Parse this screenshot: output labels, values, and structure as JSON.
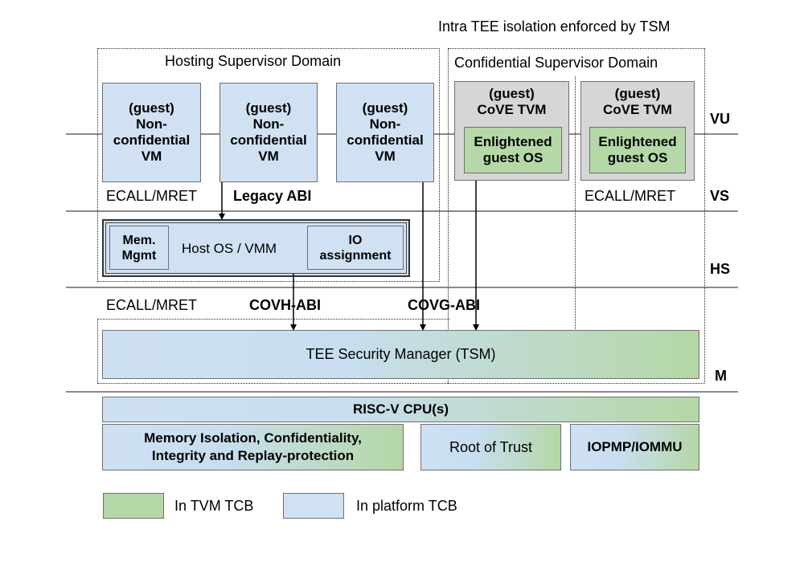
{
  "header": {
    "isolation_note": "Intra TEE isolation enforced by TSM"
  },
  "domains": {
    "hosting": "Hosting Supervisor Domain",
    "confidential": "Confidential Supervisor Domain"
  },
  "modes": {
    "vu": "VU",
    "vs": "VS",
    "hs": "HS",
    "m": "M"
  },
  "vms": [
    {
      "line1": "(guest)",
      "line2": "Non-",
      "line3": "confidential",
      "line4": "VM"
    },
    {
      "line1": "(guest)",
      "line2": "Non-",
      "line3": "confidential",
      "line4": "VM"
    },
    {
      "line1": "(guest)",
      "line2": "Non-",
      "line3": "confidential",
      "line4": "VM"
    }
  ],
  "tvms": [
    {
      "title1": "(guest)",
      "title2": "CoVE TVM",
      "os1": "Enlightened",
      "os2": "guest OS"
    },
    {
      "title1": "(guest)",
      "title2": "CoVE TVM",
      "os1": "Enlightened",
      "os2": "guest OS"
    }
  ],
  "labels": {
    "ecall_left_vs": "ECALL/MRET",
    "legacy_abi": "Legacy ABI",
    "ecall_right_vs": "ECALL/MRET",
    "ecall_hs": "ECALL/MRET",
    "covh_abi": "COVH-ABI",
    "covg_abi": "COVG-ABI"
  },
  "host": {
    "mem1": "Mem.",
    "mem2": "Mgmt",
    "title": "Host OS / VMM",
    "io1": "IO",
    "io2": "assignment"
  },
  "tsm": "TEE Security Manager (TSM)",
  "hardware": {
    "cpu": "RISC-V CPU(s)",
    "mem_iso1": "Memory Isolation, Confidentiality,",
    "mem_iso2": "Integrity and Replay-protection",
    "rot": "Root of Trust",
    "iopmp": "IOPMP/IOMMU"
  },
  "legend": {
    "tvm_tcb": "In TVM TCB",
    "platform_tcb": "In platform TCB"
  },
  "colors": {
    "platform": "#d0e1f3",
    "tvm": "#b5d8a7",
    "tvm_container": "#d6d6d6"
  }
}
